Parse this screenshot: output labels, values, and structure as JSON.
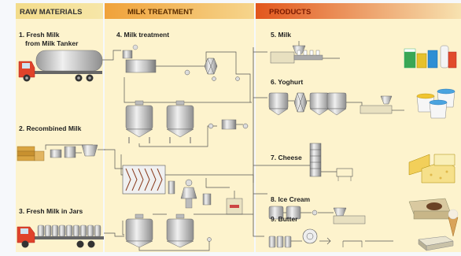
{
  "headers": {
    "raw_materials": "RAW MATERIALS",
    "milk_treatment": "MILK TREATMENT",
    "products": "PRODUCTS"
  },
  "raw": {
    "item1_line1": "1. Fresh Milk",
    "item1_line2": "from Milk Tanker",
    "item2": "2. Recombined Milk",
    "item3": "3. Fresh Milk in Jars"
  },
  "treatment": {
    "item4": "4. Milk treatment"
  },
  "products": {
    "item5": "5. Milk",
    "item6": "6. Yoghurt",
    "item7": "7. Cheese",
    "item8": "8. Ice Cream",
    "item9": "9. Butter"
  },
  "colors": {
    "header_raw": "#f2d27a",
    "header_treatment": "#f0a23a",
    "header_products": "#e2561c",
    "panel_bg": "#fdf3cd",
    "truck_cab": "#e0432a",
    "pipe": "#555555"
  }
}
